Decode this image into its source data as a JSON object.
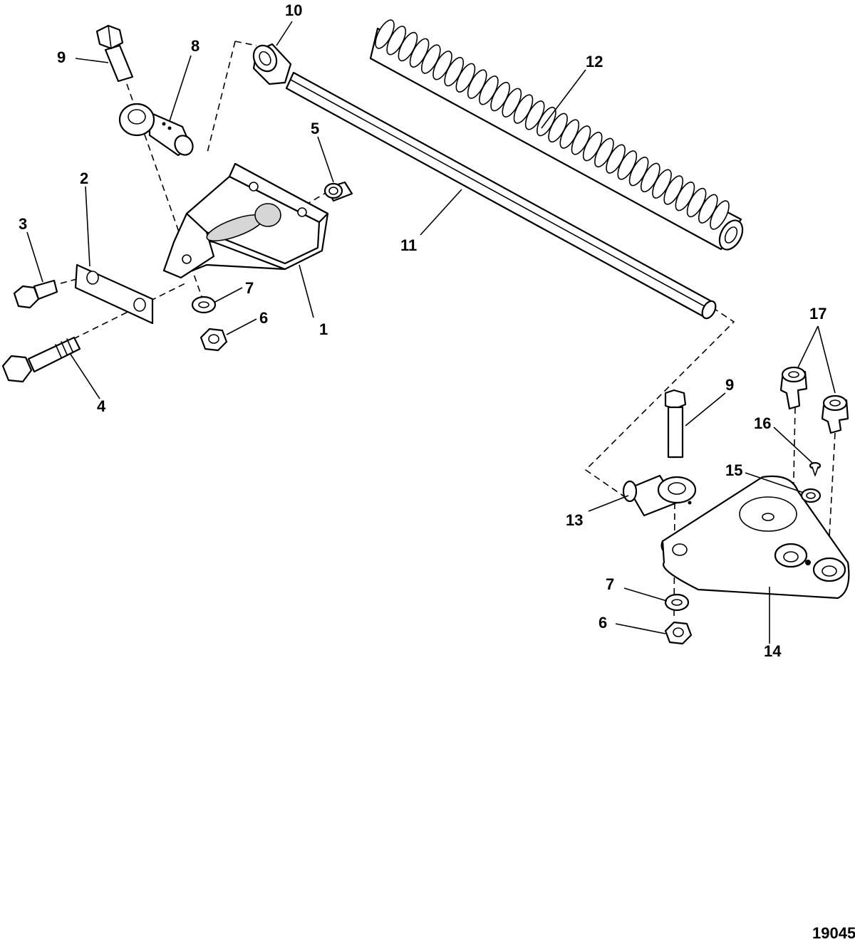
{
  "figure_number": "19045",
  "callouts": {
    "c1": "1",
    "c2": "2",
    "c3": "3",
    "c4": "4",
    "c5": "5",
    "c6a": "6",
    "c6b": "6",
    "c7a": "7",
    "c7b": "7",
    "c8": "8",
    "c9a": "9",
    "c9b": "9",
    "c10": "10",
    "c11": "11",
    "c12": "12",
    "c13": "13",
    "c14": "14",
    "c15": "15",
    "c16": "16",
    "c17": "17"
  }
}
